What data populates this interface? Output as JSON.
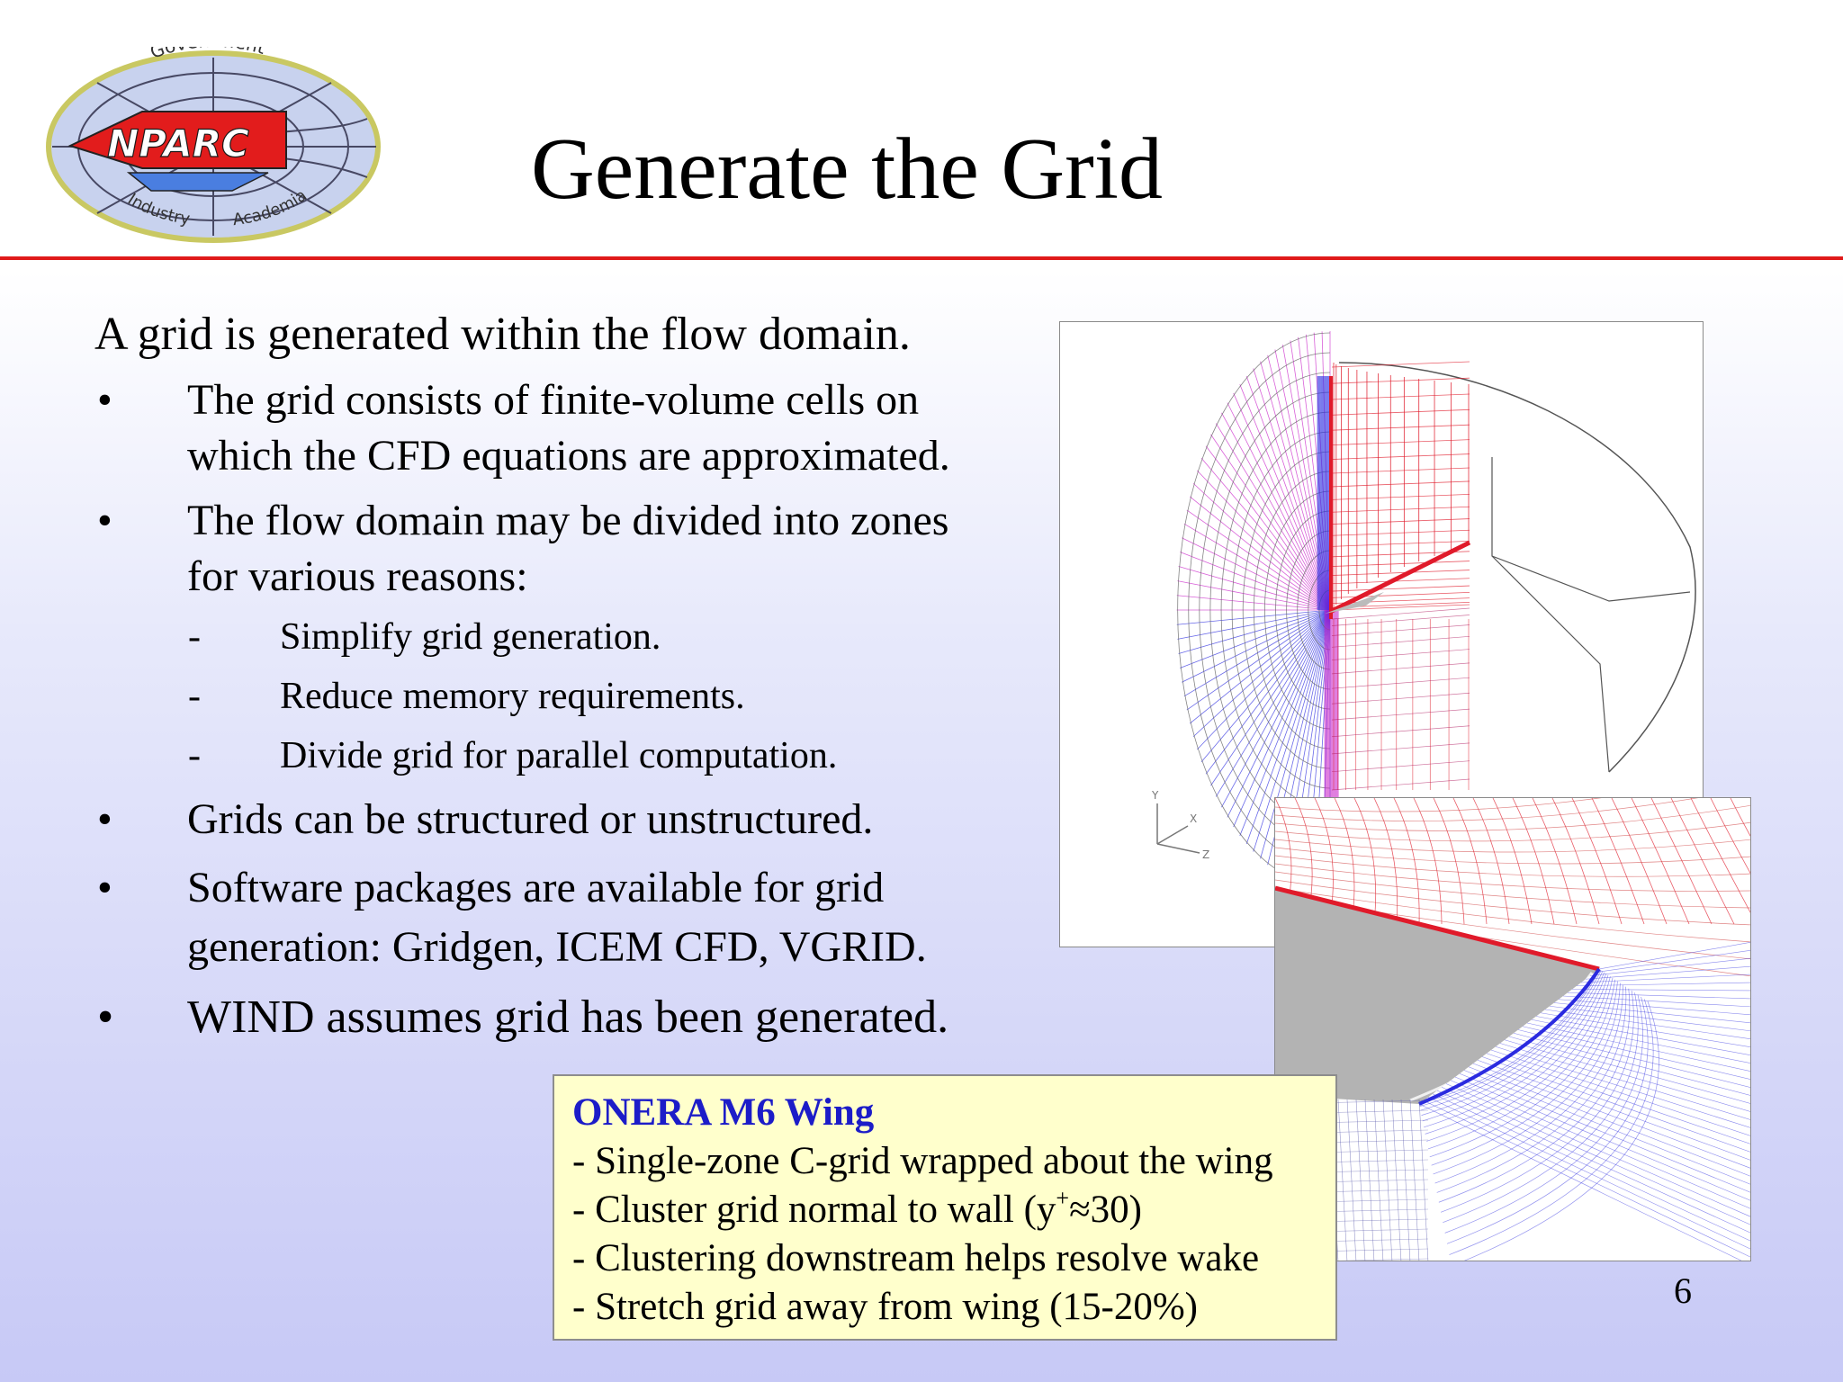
{
  "slide": {
    "title": "Generate the Grid",
    "page_number": "6"
  },
  "logo": {
    "name": "NPARC",
    "arc_top": "Government",
    "arc_bottom_left": "Industry",
    "arc_bottom_right": "Academia"
  },
  "content": {
    "lead": "A grid is generated within the flow domain.",
    "bullet_marker": "•",
    "dash_marker": "-",
    "bullets": [
      {
        "lines": [
          "The grid consists of finite-volume cells on",
          "which the CFD equations are approximated."
        ]
      },
      {
        "lines": [
          "The flow domain may be divided into zones",
          "for various reasons:"
        ]
      },
      {
        "lines": [
          "Grids can be structured or unstructured."
        ]
      },
      {
        "lines": [
          "Software packages are available for grid",
          "generation: Gridgen, ICEM CFD, VGRID."
        ]
      },
      {
        "lines": [
          "WIND assumes grid has been generated."
        ]
      }
    ],
    "sub_bullets": [
      "Simplify grid generation.",
      "Reduce memory requirements.",
      "Divide grid for parallel computation."
    ]
  },
  "axes_labels": {
    "y": "Y",
    "x": "X",
    "z": "Z"
  },
  "caption": {
    "title": "ONERA M6 Wing",
    "line1": "- Single-zone C-grid wrapped about the wing",
    "line2_pre": "- Cluster grid normal to wall (y",
    "line2_sup": "+",
    "line2_post": "≈30)",
    "line3": "- Clustering downstream helps resolve wake",
    "line4": "- Stretch grid away from wing (15-20%)"
  },
  "colors": {
    "accent_rule": "#e01a1a",
    "caption_title": "#1c1cc8",
    "caption_bg": "#ffffcc",
    "grid_blue": "#2b2be0",
    "grid_red": "#e01a2a",
    "grid_magenta": "#c81ec8"
  }
}
